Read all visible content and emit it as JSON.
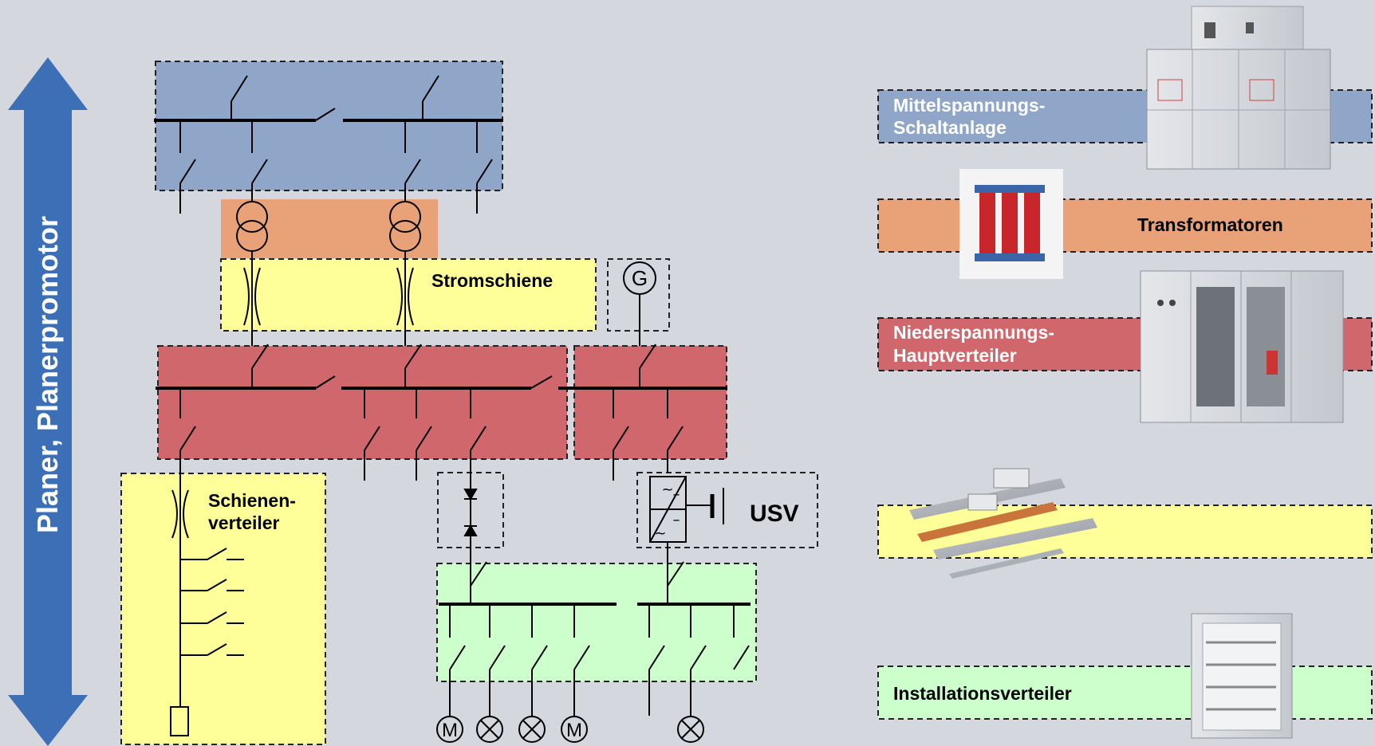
{
  "arrow": {
    "label": "Planer, Planerpromotor",
    "color": "#3c6fb6"
  },
  "diagram": {
    "label_stromschiene": "Stromschiene",
    "label_schienen": "Schienen-",
    "label_verteiler": "verteiler",
    "label_usv": "USV",
    "generator_symbol": "G",
    "motor_symbol": "M"
  },
  "legend": {
    "mv": {
      "line1": "Mittelspannungs-",
      "line2": "Schaltanlage",
      "color": "#8fa6c8"
    },
    "transformers": {
      "label": "Transformatoren",
      "color": "#e9a278"
    },
    "lv": {
      "line1": "Niederspannungs-",
      "line2": "Hauptverteiler",
      "color": "#cf676c"
    },
    "busbar": {
      "label": "",
      "color": "#ffff99"
    },
    "installation": {
      "label": "Installationsverteiler",
      "color": "#ccffcc"
    }
  },
  "colors": {
    "background": "#d5d7de",
    "mv_zone": "#8fa6c8",
    "transformer_zone": "#e9a278",
    "busbar_zone": "#ffff99",
    "lv_zone": "#cf676c",
    "distribution_zone": "#ccffcc"
  }
}
